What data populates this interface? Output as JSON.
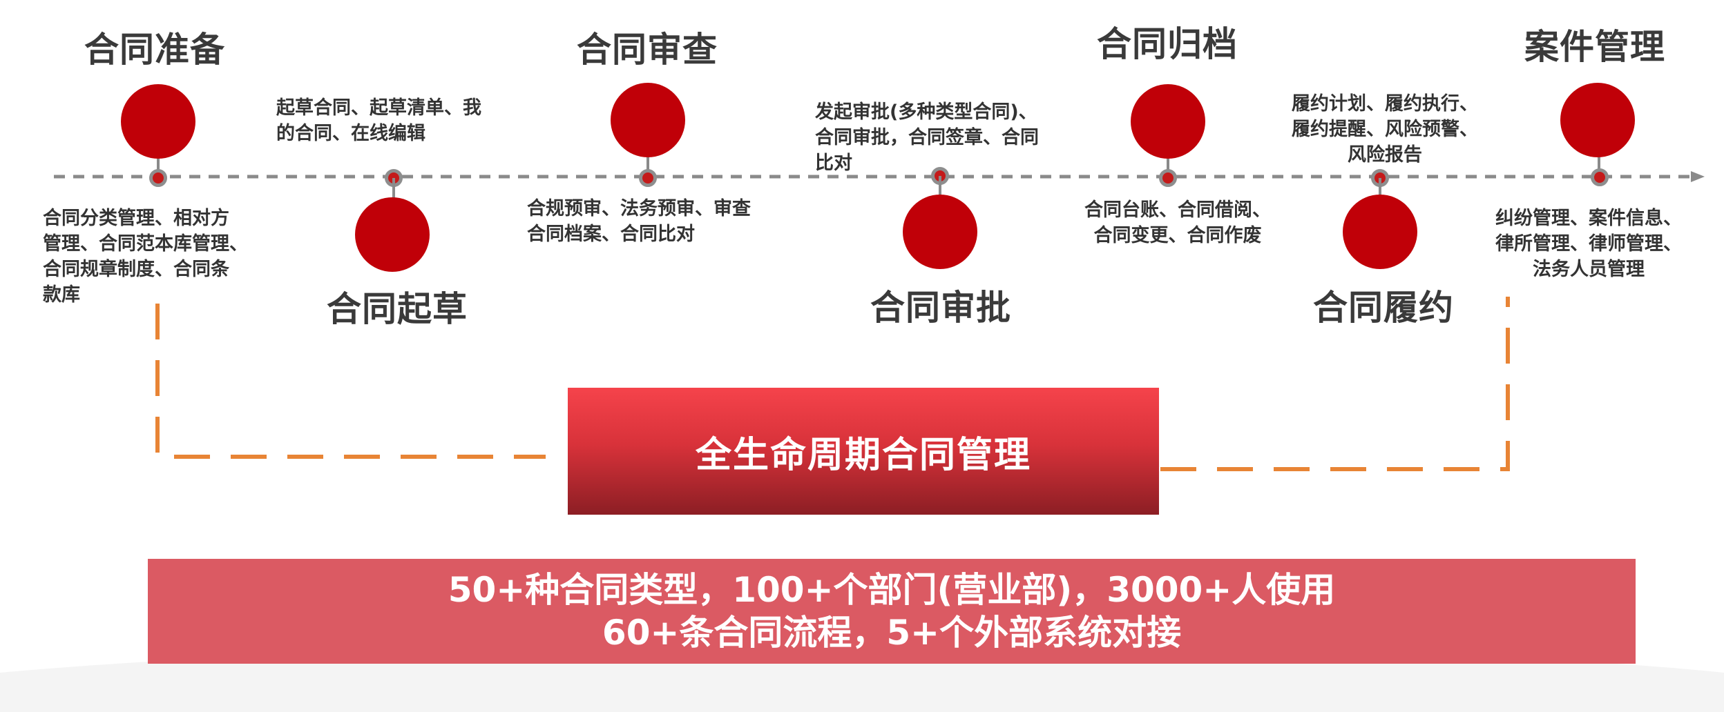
{
  "stages": [
    {
      "id": "prep",
      "title": "合同准备",
      "desc": [
        "合同分类管理、相对方",
        "管理、合同范本库管理、",
        "合同规章制度、合同条",
        "款库"
      ]
    },
    {
      "id": "draft",
      "title": "合同起草",
      "desc": [
        "起草合同、起草清单、我",
        "的合同、在线编辑"
      ]
    },
    {
      "id": "review",
      "title": "合同审查",
      "desc": [
        "合规预审、法务预审、审查",
        "合同档案、合同比对"
      ]
    },
    {
      "id": "approval",
      "title": "合同审批",
      "desc": [
        "发起审批(多种类型合同)、",
        "合同审批，合同签章、合同",
        "比对"
      ]
    },
    {
      "id": "archive",
      "title": "合同归档",
      "desc": [
        "合同台账、合同借阅、",
        "合同变更、合同作废"
      ]
    },
    {
      "id": "perform",
      "title": "合同履约",
      "desc": [
        "履约计划、履约执行、",
        "履约提醒、风险预警、",
        "风险报告"
      ]
    },
    {
      "id": "case",
      "title": "案件管理",
      "desc": [
        "纠纷管理、案件信息、",
        "律所管理、律师管理、",
        "法务人员管理"
      ]
    }
  ],
  "center_label": "全生命周期合同管理",
  "stats": {
    "line1": "50+种合同类型，100+个部门(营业部)，3000+人使用",
    "line2": "60+条合同流程，5+个外部系统对接"
  },
  "colors": {
    "circle": "#c00008",
    "timeline": "#8a8a8a",
    "bracket": "#e88435",
    "center_box_top": "#f5434b",
    "center_box_bottom": "#8c1e24",
    "stats_box": "#db5a63"
  }
}
